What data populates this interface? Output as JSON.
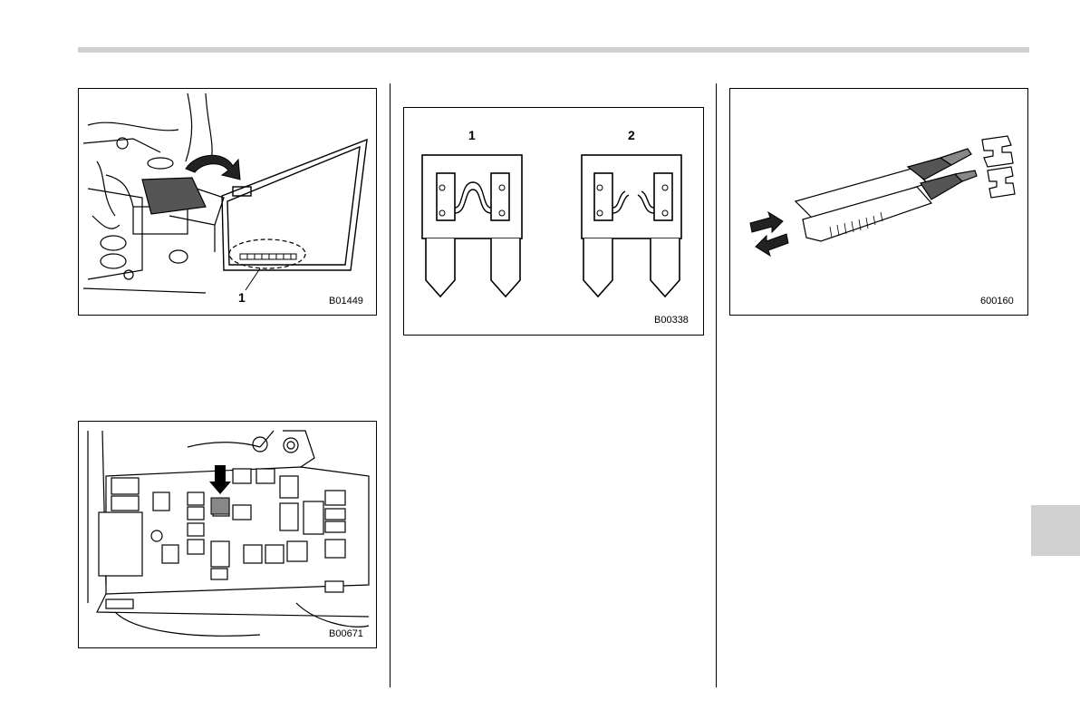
{
  "figures": [
    {
      "code": "B01449",
      "callouts": [
        "1"
      ]
    },
    {
      "code": "B00671",
      "callouts": []
    },
    {
      "code": "B00338",
      "callouts": [
        "1",
        "2"
      ]
    },
    {
      "code": "600160",
      "callouts": []
    }
  ]
}
